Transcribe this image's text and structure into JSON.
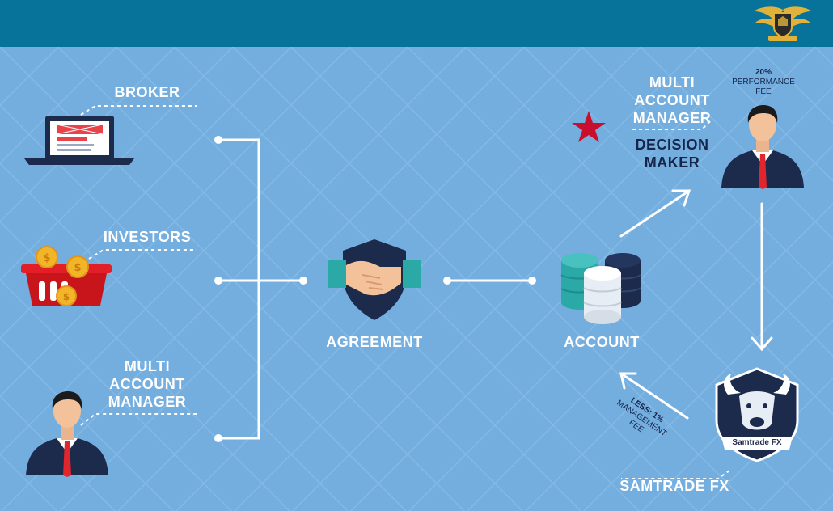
{
  "nodes": {
    "broker": "BROKER",
    "investors": "INVESTORS",
    "mam_left": [
      "MULTI",
      "ACCOUNT",
      "MANAGER"
    ],
    "agreement": "AGREEMENT",
    "account": "ACCOUNT",
    "mam_right": [
      "MULTI",
      "ACCOUNT",
      "MANAGER"
    ],
    "decision_maker": [
      "DECISION",
      "MAKER"
    ],
    "performance_fee": [
      "20%",
      "PERFORMANCE",
      "FEE"
    ],
    "management_fee": [
      "LESS: 1%",
      "MANAGEMENT",
      "FEE"
    ],
    "samtrade": "SAMTRADE FX",
    "samtrade_emblem_text": "Samtrade FX"
  },
  "colors": {
    "background": "#74aedf",
    "topbar": "#07729a",
    "line": "#ffffff",
    "suit": "#1c2a4c",
    "tie": "#e0262c",
    "star": "#c8102e",
    "text_dark": "#16264b"
  },
  "icons": [
    "laptop-icon",
    "coin-basket-icon",
    "person-icon",
    "handshake-shield-icon",
    "database-icon",
    "star-icon",
    "bull-emblem-icon",
    "gold-crest-logo"
  ]
}
